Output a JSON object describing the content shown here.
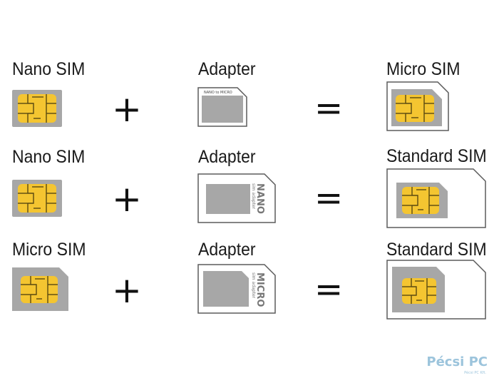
{
  "rows": [
    {
      "input_label": "Nano SIM",
      "plus": "+",
      "adapter_label": "Adapter",
      "adapter_text": "NANO to MICRO",
      "equals": "=",
      "result_label": "Micro SIM"
    },
    {
      "input_label": "Nano SIM",
      "plus": "+",
      "adapter_label": "Adapter",
      "adapter_text_big": "NANO",
      "adapter_text_small": "sim adapter",
      "equals": "=",
      "result_label": "Standard SIM"
    },
    {
      "input_label": "Micro SIM",
      "plus": "+",
      "adapter_label": "Adapter",
      "adapter_text_big": "MICRO",
      "adapter_text_small": "sim adapter",
      "equals": "=",
      "result_label": "Standard SIM"
    }
  ],
  "watermark": {
    "brand": "Pécsi PC",
    "sub": "Pécsi PC Kft."
  },
  "colors": {
    "card_gray": "#a7a7a7",
    "chip_gold": "#f4c531",
    "chip_line": "#5a4a10",
    "outline": "#5b5b5b",
    "logo_blue": "#9cc4dc"
  },
  "icons": {
    "nano_sim": "nano-sim-card-icon",
    "micro_sim": "micro-sim-card-icon",
    "standard_sim": "standard-sim-card-icon",
    "adapter": "sim-adapter-icon"
  }
}
